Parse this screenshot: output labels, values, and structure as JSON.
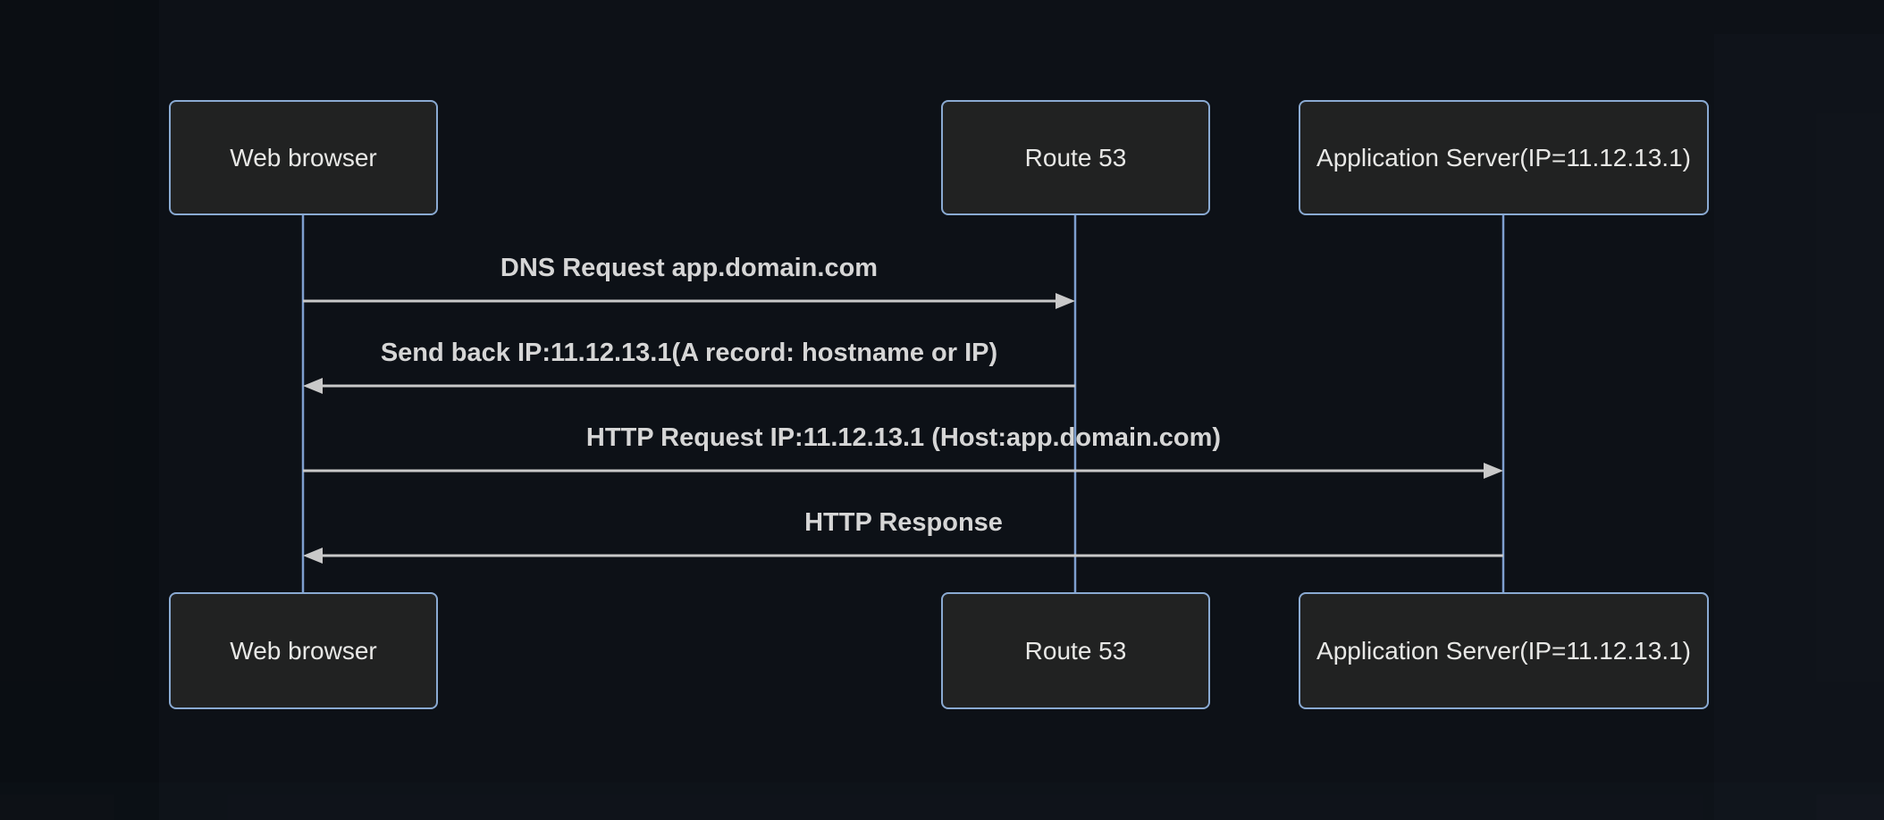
{
  "diagram": {
    "type": "sequence",
    "actors": [
      {
        "id": "web-browser",
        "label": "Web browser"
      },
      {
        "id": "route-53",
        "label": "Route 53"
      },
      {
        "id": "app-server",
        "label": "Application Server(IP=11.12.13.1)"
      }
    ],
    "messages": [
      {
        "from": "web-browser",
        "to": "route-53",
        "direction": "right",
        "text": "DNS Request app.domain.com"
      },
      {
        "from": "route-53",
        "to": "web-browser",
        "direction": "left",
        "text": "Send back IP:11.12.13.1(A record: hostname or IP)"
      },
      {
        "from": "web-browser",
        "to": "app-server",
        "direction": "right",
        "text": "HTTP Request IP:11.12.13.1 (Host:app.domain.com)"
      },
      {
        "from": "app-server",
        "to": "web-browser",
        "direction": "left",
        "text": "HTTP Response"
      }
    ],
    "colors": {
      "background": "#0d1117",
      "box_fill": "#212222",
      "box_border": "#8aaad2",
      "lifeline": "#7e9fcf",
      "arrow": "#c9c9c9",
      "message_text": "#d6d6d6",
      "actor_text": "#e8e8e6"
    }
  }
}
